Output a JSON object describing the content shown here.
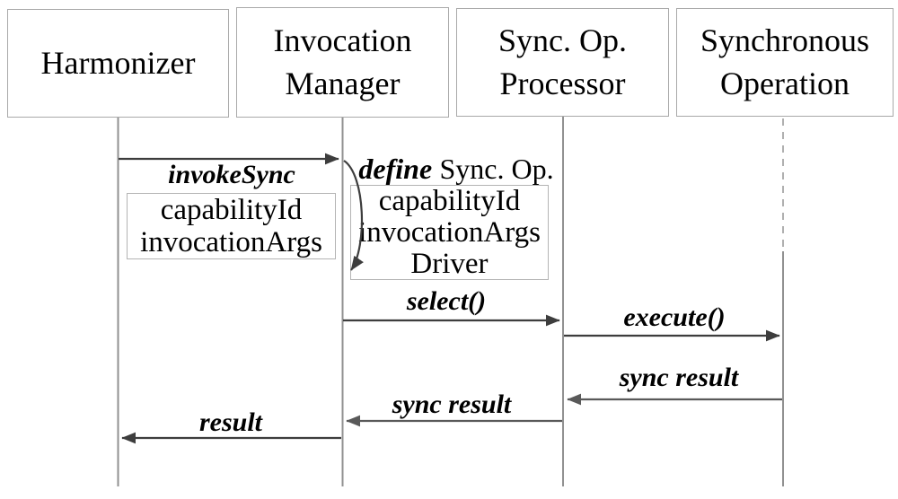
{
  "diagram": {
    "type": "uml-sequence-diagram",
    "participants": [
      {
        "label": "Harmonizer",
        "lines": [
          "Harmonizer"
        ]
      },
      {
        "label": "Invocation Manager",
        "lines": [
          "Invocation",
          "Manager"
        ]
      },
      {
        "label": "Sync. Op. Processor",
        "lines": [
          "Sync. Op.",
          "Processor"
        ]
      },
      {
        "label": "Synchronous Operation",
        "lines": [
          "Synchronous",
          "Operation"
        ]
      }
    ],
    "messages": {
      "invoke_sync": {
        "label": "invokeSync",
        "from": "Harmonizer",
        "to": "Invocation Manager",
        "params": [
          "capabilityId",
          "invocationArgs"
        ]
      },
      "define_sync_op": {
        "keyword": "define",
        "label": "Sync. Op.",
        "from": "Invocation Manager",
        "to": "Invocation Manager",
        "params": [
          "capabilityId",
          "invocationArgs",
          "Driver"
        ]
      },
      "select": {
        "label": "select()",
        "from": "Invocation Manager",
        "to": "Sync. Op. Processor"
      },
      "execute": {
        "label": "execute()",
        "from": "Sync. Op. Processor",
        "to": "Synchronous Operation"
      },
      "sync_result_to_processor": {
        "label": "sync result",
        "from": "Synchronous Operation",
        "to": "Sync. Op. Processor"
      },
      "sync_result_to_manager": {
        "label": "sync result",
        "from": "Sync. Op. Processor",
        "to": "Invocation Manager"
      },
      "result": {
        "label": "result",
        "from": "Invocation Manager",
        "to": "Harmonizer"
      }
    },
    "colors": {
      "background": "#ffffff",
      "text": "#000000",
      "box_border": "#a9a9a9",
      "param_box_border": "#b4b4b4",
      "lifeline": "#919191",
      "lifeline_dashed": "#b0b0b0",
      "message_line": "#3d3d3d",
      "return_line": "#595959"
    }
  }
}
